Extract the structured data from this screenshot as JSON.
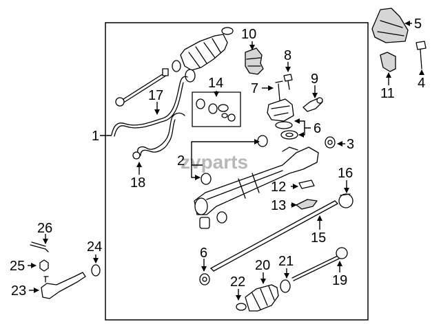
{
  "watermark": "zvparts",
  "callouts": {
    "c1": "1",
    "c2": "2",
    "c3": "3",
    "c4": "4",
    "c5": "5",
    "c6a": "6",
    "c6b": "6",
    "c7": "7",
    "c8": "8",
    "c9": "9",
    "c10": "10",
    "c11": "11",
    "c12": "12",
    "c13": "13",
    "c14": "14",
    "c15": "15",
    "c16": "16",
    "c17": "17",
    "c18": "18",
    "c19": "19",
    "c20": "20",
    "c21": "21",
    "c22": "22",
    "c23": "23",
    "c24": "24",
    "c25": "25",
    "c26": "26"
  }
}
